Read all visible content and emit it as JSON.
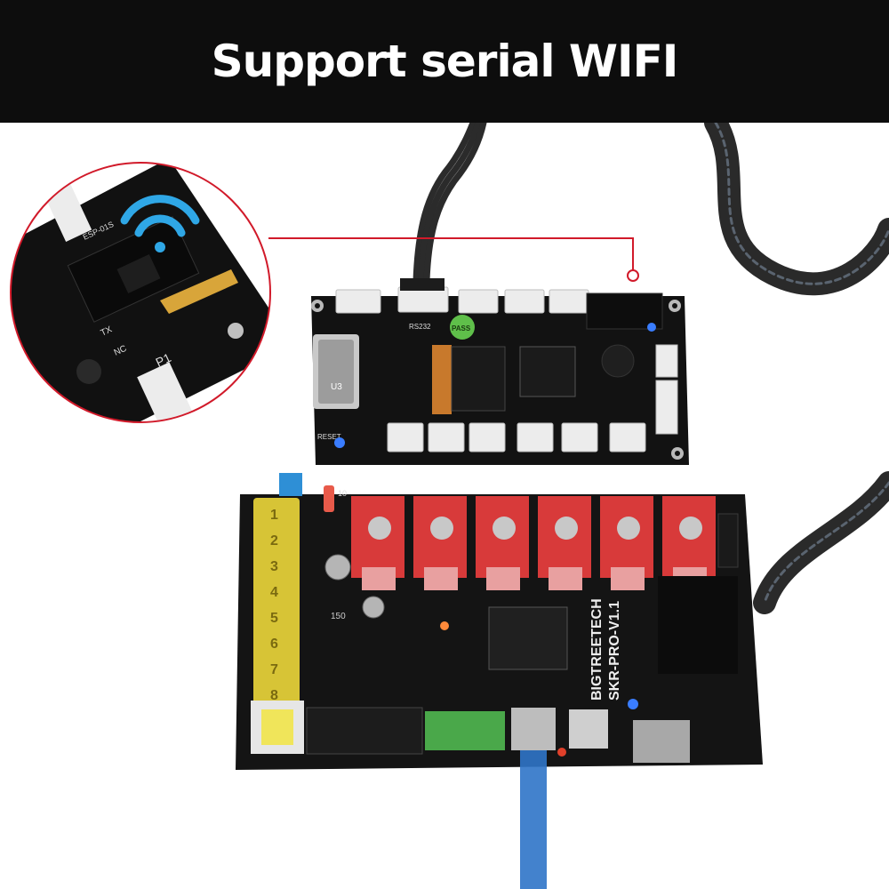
{
  "banner": {
    "title": "Support serial WIFI"
  },
  "zoom_inset": {
    "module_label": "ESP-01S",
    "silk_port": "P1",
    "silk_nc": "NC",
    "silk_tx": "TX"
  },
  "display_board": {
    "silk_rs232": "RS232",
    "silk_u3": "U3",
    "silk_reset": "RESET",
    "pass_sticker": "PASS"
  },
  "main_board": {
    "brand": "BIGTREETECH",
    "model": "SKR-PRO-V1.1",
    "fuse_label": "10",
    "cap_label": "150",
    "terminal_numbers": [
      "1",
      "2",
      "3",
      "4",
      "5",
      "6",
      "7",
      "8"
    ]
  },
  "colors": {
    "banner_bg": "#0d0d0d",
    "pcb": "#141414",
    "wifi_icon": "#2fa7e6",
    "callout_line": "#d11a2a",
    "driver_red": "#d83a3a",
    "fuse_block": "#e8d43a",
    "usb_cable": "#2f74c8",
    "status_led": "#3a7dff"
  },
  "icons": {
    "wifi": "wifi-icon"
  }
}
